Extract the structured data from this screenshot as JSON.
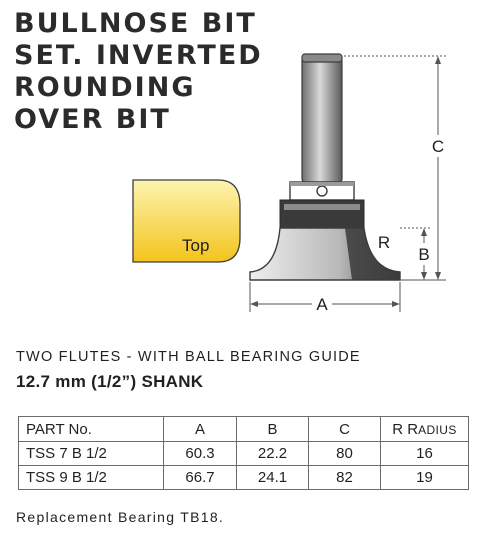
{
  "title": {
    "line1": "BULLNOSE BIT",
    "line2": "SET. INVERTED",
    "line3": "ROUNDING",
    "line4": "OVER BIT"
  },
  "diagram": {
    "top_label": "Top",
    "dim_a": "A",
    "dim_b": "B",
    "dim_c": "C",
    "dim_r": "R",
    "colors": {
      "workpiece_gradient_light": "#fdf4b0",
      "workpiece_gradient_dark": "#f4c41c",
      "outline": "#3c3c3c"
    }
  },
  "subtitle": "TWO FLUTES - WITH BALL BEARING GUIDE",
  "shank": "12.7 mm (1/2”) SHANK",
  "table": {
    "headers": {
      "part": "PART No.",
      "a": "A",
      "b": "B",
      "c": "C",
      "r_initial": "R R",
      "r_rest": "ADIUS"
    },
    "rows": [
      {
        "part": "TSS 7 B 1/2",
        "a": "60.3",
        "b": "22.2",
        "c": "80",
        "r": "16"
      },
      {
        "part": "TSS 9 B 1/2",
        "a": "66.7",
        "b": "24.1",
        "c": "82",
        "r": "19"
      }
    ]
  },
  "footnote": "Replacement Bearing TB18."
}
